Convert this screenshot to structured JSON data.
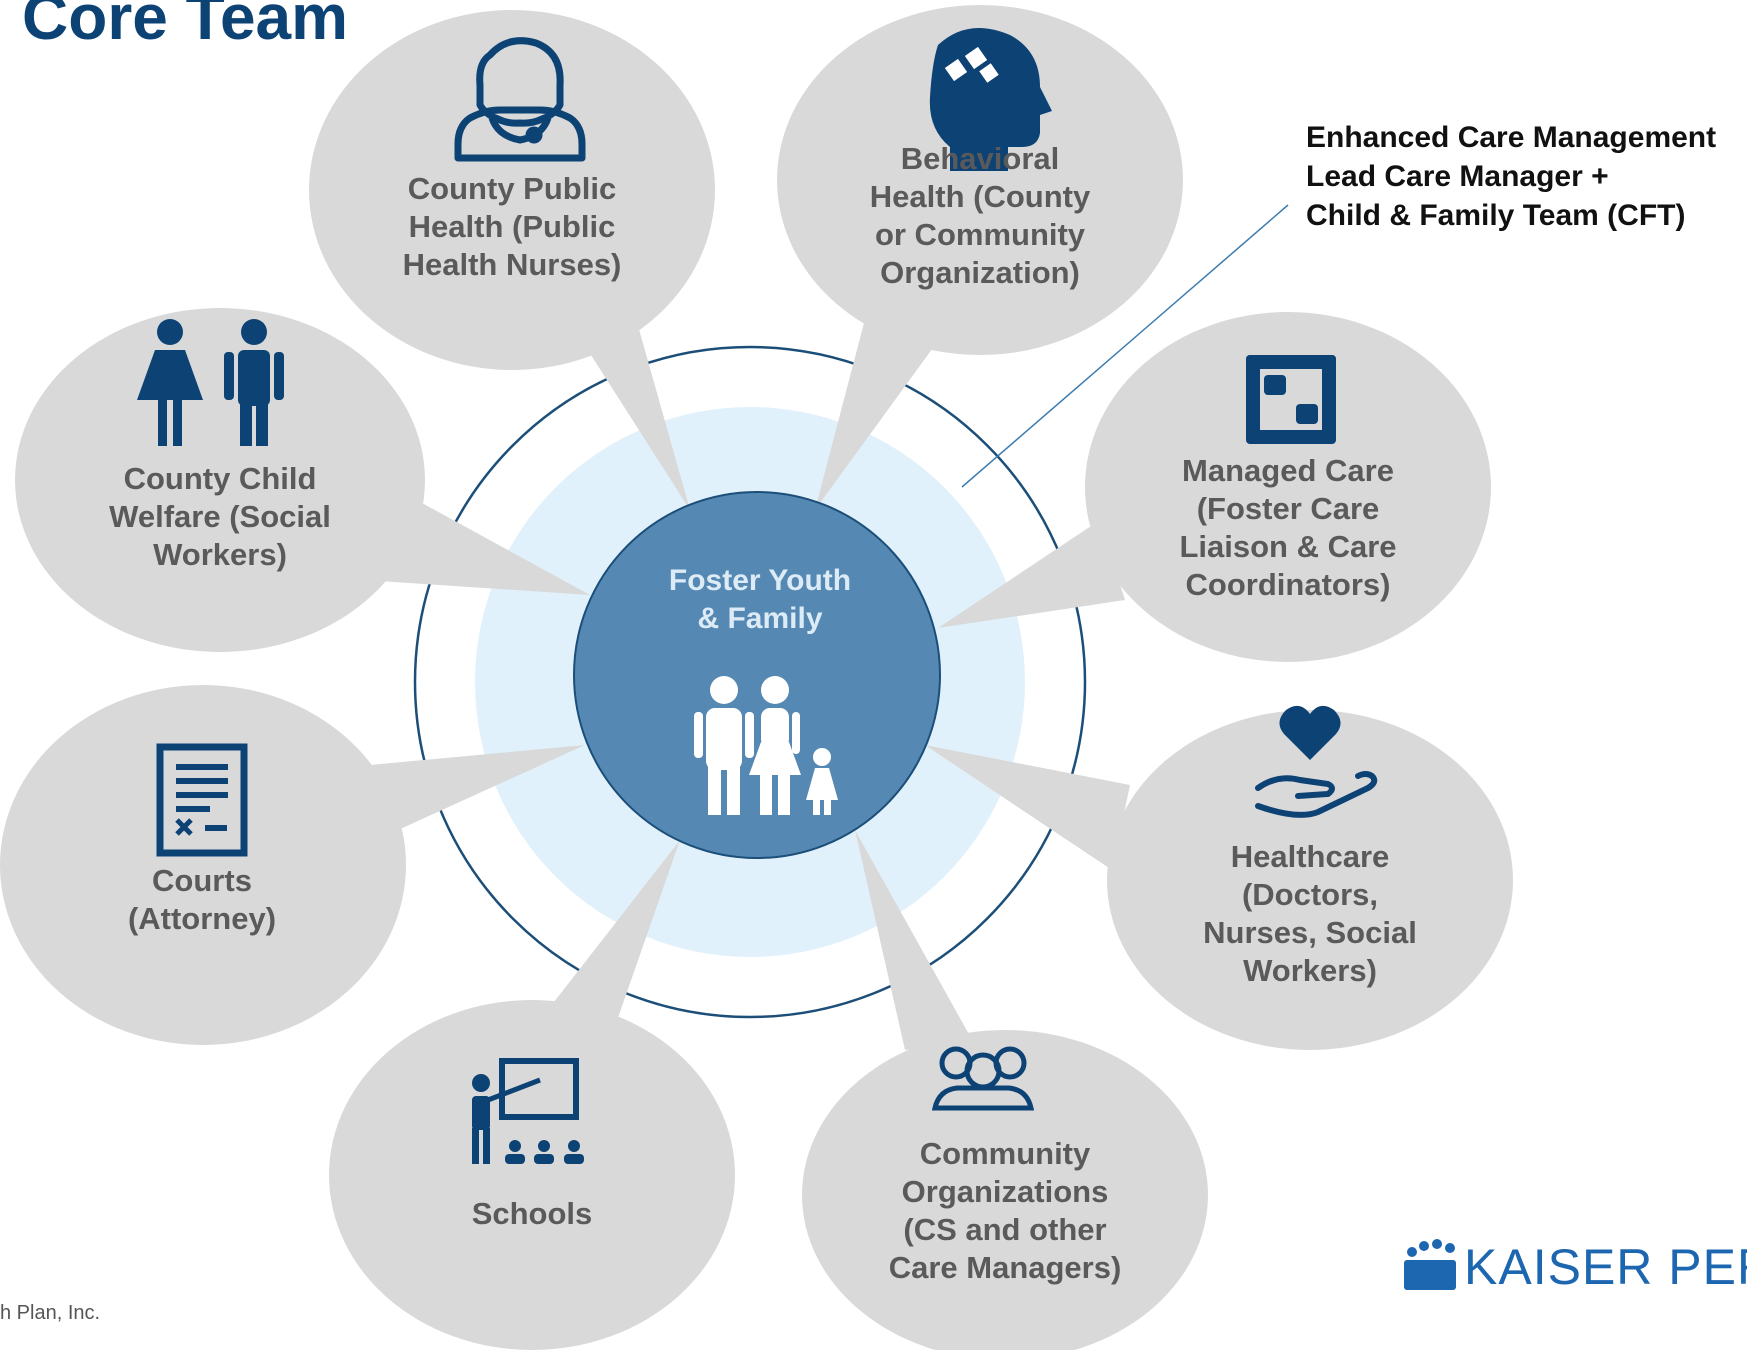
{
  "title": "Core Team",
  "center": {
    "label_line1": "Foster Youth",
    "label_line2": "& Family"
  },
  "callout": {
    "line1": "Enhanced Care Management",
    "line2": "Lead Care Manager +",
    "line3": "Child & Family Team (CFT)"
  },
  "bubbles": {
    "public_health": {
      "icon": "doctor-stethoscope-icon",
      "lines": [
        "County Public",
        "Health (Public",
        "Health Nurses)"
      ]
    },
    "behavioral": {
      "icon": "head-puzzle-icon",
      "lines": [
        "Behavioral",
        "Health (County",
        "or Community",
        "Organization)"
      ]
    },
    "child_welfare": {
      "icon": "woman-man-icon",
      "lines": [
        "County Child",
        "Welfare (Social",
        "Workers)"
      ]
    },
    "managed_care": {
      "icon": "linked-hands-icon",
      "lines": [
        "Managed Care",
        "(Foster Care",
        "Liaison & Care",
        "Coordinators)"
      ]
    },
    "courts": {
      "icon": "legal-document-icon",
      "lines": [
        "Courts",
        "(Attorney)"
      ]
    },
    "healthcare": {
      "icon": "heart-in-hand-icon",
      "lines": [
        "Healthcare",
        "(Doctors,",
        "Nurses, Social",
        "Workers)"
      ]
    },
    "schools": {
      "icon": "teacher-classroom-icon",
      "lines": [
        "Schools"
      ]
    },
    "community": {
      "icon": "people-group-icon",
      "lines": [
        "Community",
        "Organizations",
        "(CS and other",
        "Care Managers)"
      ]
    }
  },
  "footer": {
    "text": "h Plan, Inc."
  },
  "logo": {
    "text": "KAISER PERMAN",
    "icon": "kaiser-sun-icon"
  },
  "colors": {
    "bubble": "#d9d9d9",
    "navy": "#0d4275",
    "center_fill": "#5589b3",
    "halo": "#e1f1fb",
    "ring": "#1b4e78",
    "text_gray": "#5a5a5a"
  }
}
